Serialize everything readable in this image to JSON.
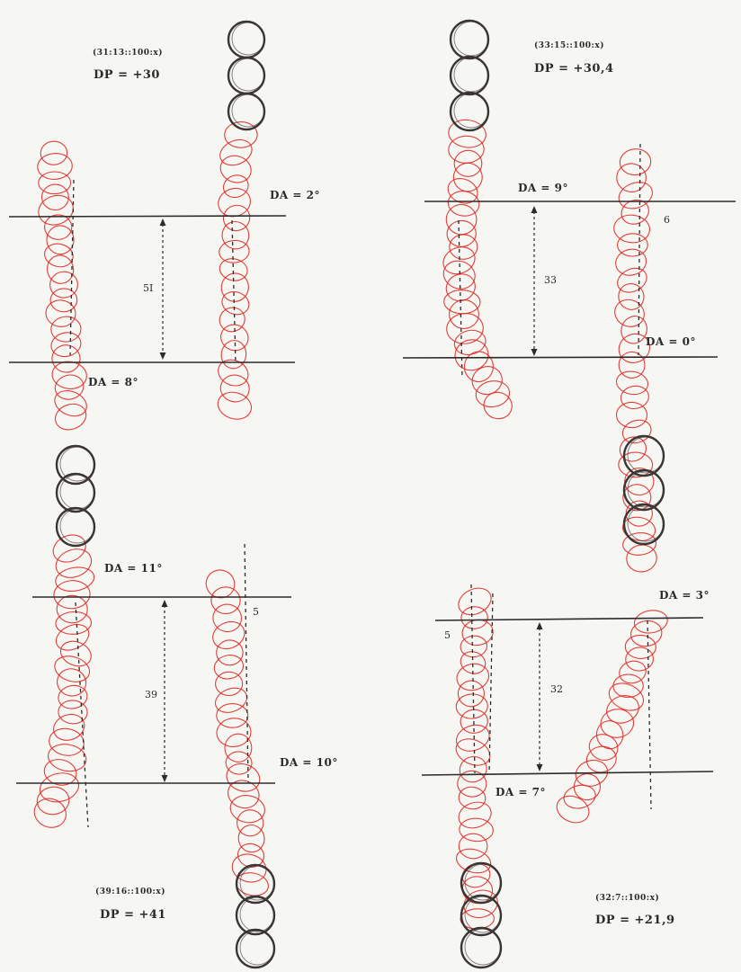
{
  "plates": [
    {
      "ratio": "(31:13::100:x)",
      "dp": "DP = +30",
      "da_upper": "DA = 2°",
      "da_lower": "DA = 8°",
      "distance": "5I"
    },
    {
      "ratio": "(33:15::100:x)",
      "dp": "DP = +30,4",
      "da_upper": "DA = 9°",
      "da_lower": "DA = 0°",
      "distance": "33",
      "side_mark": "6"
    },
    {
      "ratio": "(39:16::100:x)",
      "dp": "DP = +41",
      "da_upper": "DA = 11°",
      "da_lower": "DA = 10°",
      "distance": "39",
      "side_mark": "5"
    },
    {
      "ratio": "(32:7::100:x)",
      "dp": "DP = +21,9",
      "da_upper": "DA = 3°",
      "da_lower": "DA = 7°",
      "distance": "32",
      "side_mark": "5"
    }
  ],
  "colors": {
    "red_trace": "#e02a24",
    "dark_circle": "#3b3533",
    "line": "#2b2b2b",
    "paper": "#f6f6f3"
  }
}
